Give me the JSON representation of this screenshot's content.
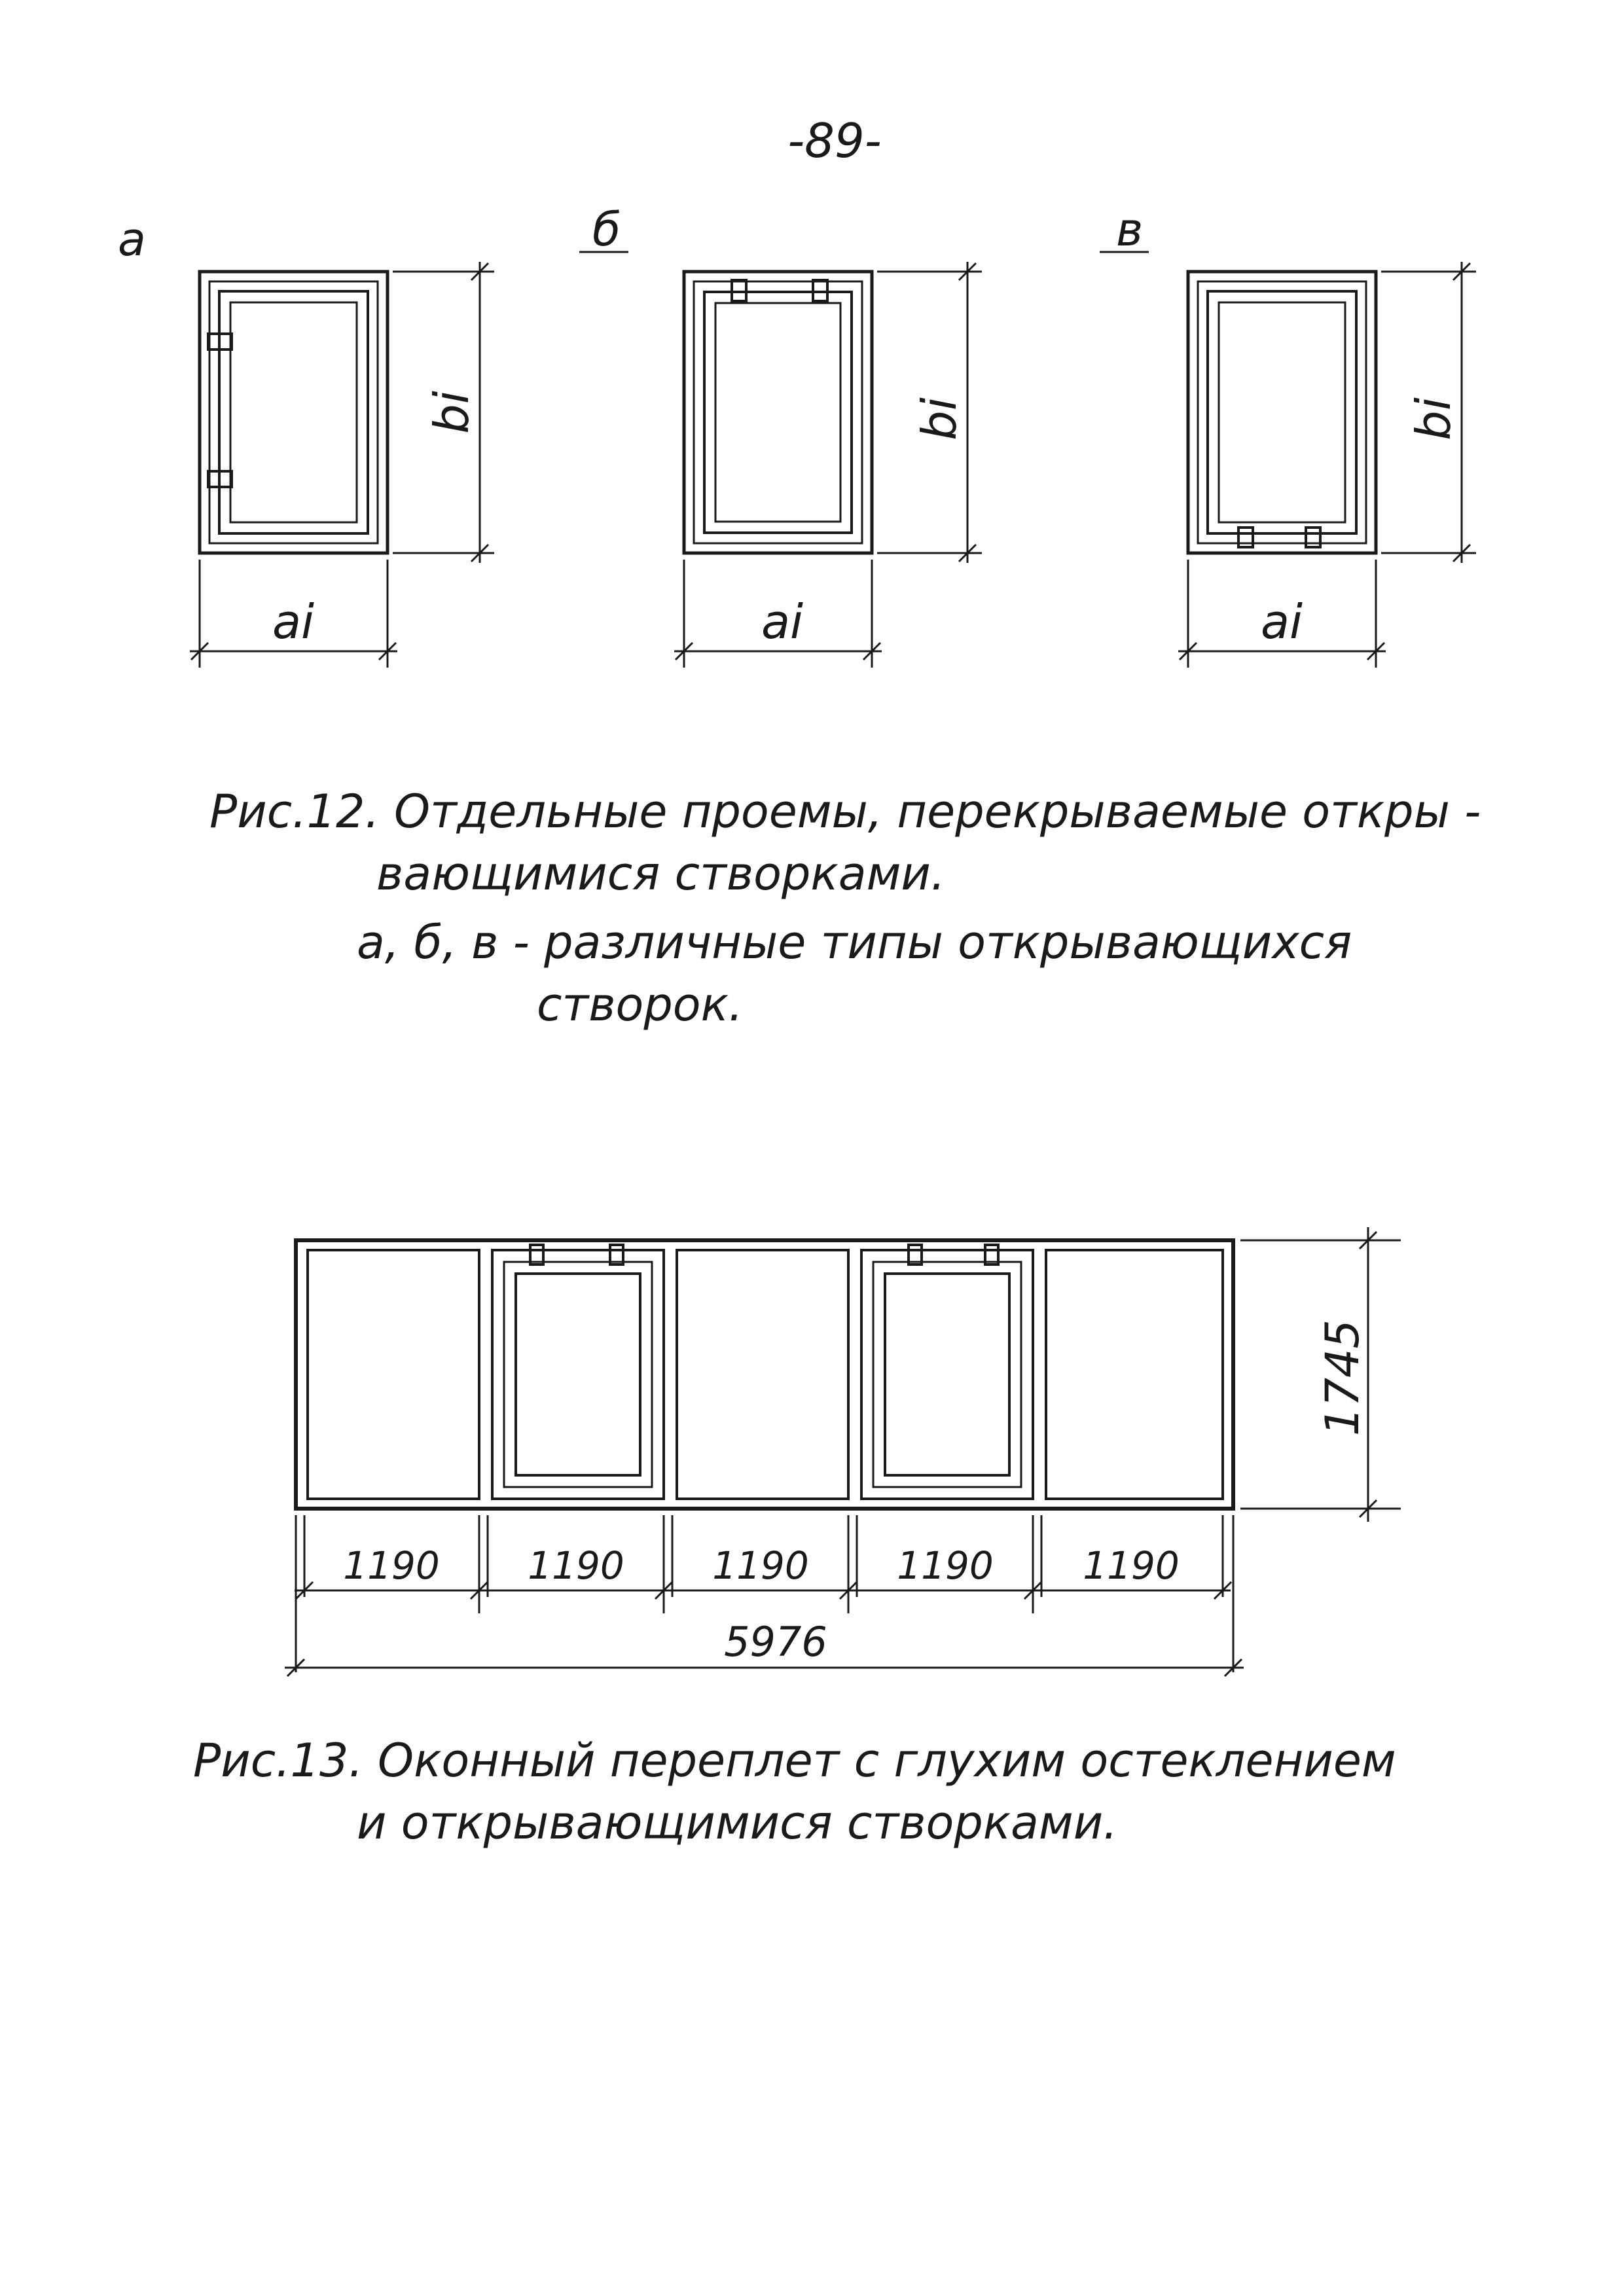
{
  "page_number": "-89-",
  "fig12": {
    "labels": {
      "a": "a",
      "b": "б",
      "c": "в"
    },
    "dim_a": "ai",
    "dim_b": "bi",
    "caption_lines": [
      "Рис.12. Отдельные проемы, перекрываемые откры -",
      "вающимися створками.",
      "а, б, в - различные типы открывающихся",
      "створок."
    ]
  },
  "fig13": {
    "panel_widths": [
      "1190",
      "1190",
      "1190",
      "1190",
      "1190"
    ],
    "total_width": "5976",
    "height": "1745",
    "caption_lines": [
      "Рис.13. Оконный переплет с глухим остеклением",
      "и открывающимися створками."
    ]
  }
}
